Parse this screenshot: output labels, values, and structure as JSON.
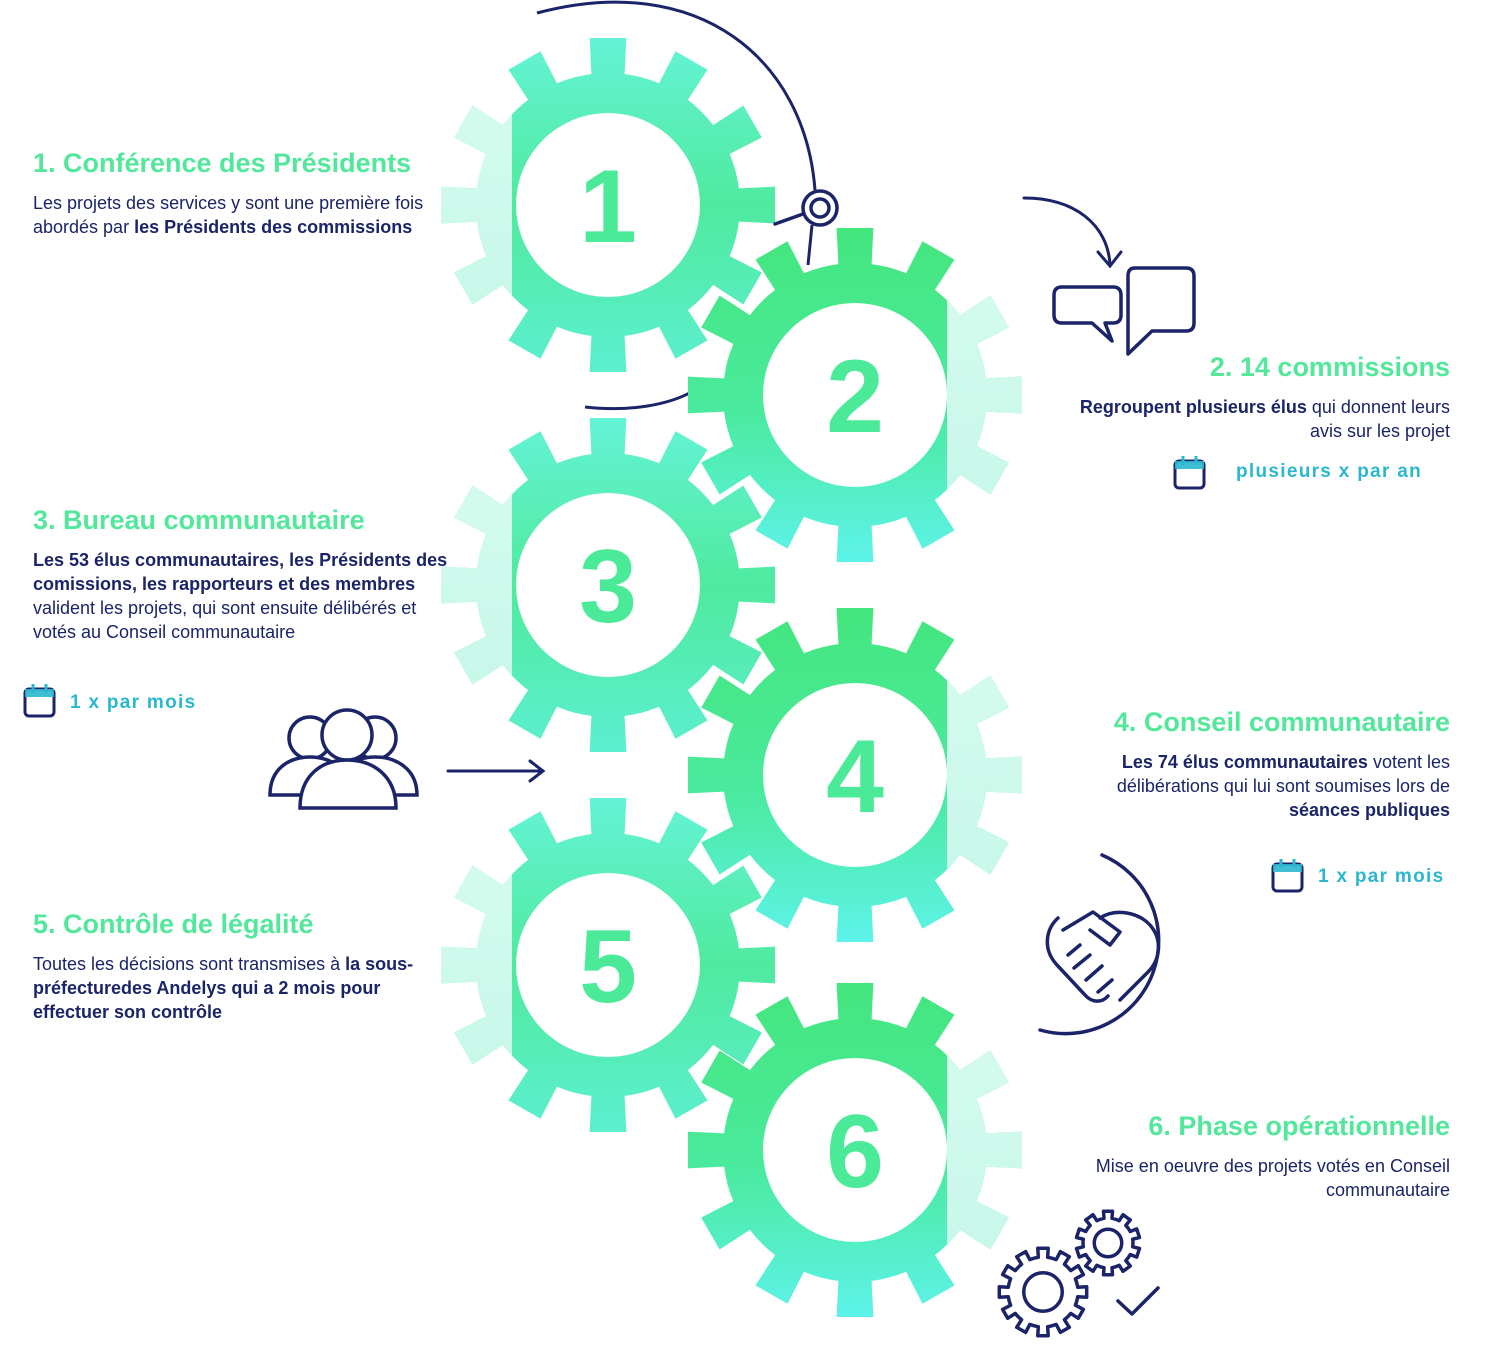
{
  "colors": {
    "gear_teal": "#5ff2d2",
    "gear_green": "#48e88f",
    "gear_pale": "#cdf8ea",
    "number_green": "#4bea98",
    "title_green": "#52e79a",
    "navy": "#1b2468",
    "frequency_teal": "#2bb7cf"
  },
  "gears": [
    {
      "label": "1"
    },
    {
      "label": "2"
    },
    {
      "label": "3"
    },
    {
      "label": "4"
    },
    {
      "label": "5"
    },
    {
      "label": "6"
    }
  ],
  "steps": [
    {
      "title": "1. Conférence des Présidents",
      "desc": [
        {
          "text": "Les projets des services y sont une première fois abordés par ",
          "bold": false
        },
        {
          "text": "les Présidents des commissions",
          "bold": true
        }
      ]
    },
    {
      "title": "2. 14 commissions",
      "desc": [
        {
          "text": "Regroupent plusieurs élus",
          "bold": true
        },
        {
          "text": " qui donnent leurs avis sur les projet",
          "bold": false
        }
      ],
      "frequency": "plusieurs x par an"
    },
    {
      "title": "3. Bureau communautaire",
      "desc": [
        {
          "text": "Les 53 élus communautaires, les Présidents des comissions, les rapporteurs et des membres",
          "bold": true
        },
        {
          "text": " valident les projets, qui sont ensuite délibérés et votés au Conseil communautaire",
          "bold": false
        }
      ],
      "frequency": "1 x par mois"
    },
    {
      "title": "4. Conseil communautaire",
      "desc": [
        {
          "text": "Les 74 élus communautaires",
          "bold": true
        },
        {
          "text": " votent les délibérations qui lui sont soumises lors de ",
          "bold": false
        },
        {
          "text": "séances publiques",
          "bold": true
        }
      ],
      "frequency": "1 x par mois"
    },
    {
      "title": "5. Contrôle de légalité",
      "desc": [
        {
          "text": "Toutes les décisions sont transmises à ",
          "bold": false
        },
        {
          "text": "la sous-préfecturedes Andelys qui a 2 mois pour effectuer son contrôle",
          "bold": true
        }
      ]
    },
    {
      "title": "6. Phase opérationnelle",
      "desc": [
        {
          "text": "Mise en oeuvre des projets votés en Conseil communautaire",
          "bold": false
        }
      ]
    }
  ],
  "icons": [
    "magnifier-icon",
    "speech-bubbles-icon",
    "calendar-icon",
    "people-group-icon",
    "handshake-icon",
    "gears-check-icon",
    "arrow-icon"
  ]
}
